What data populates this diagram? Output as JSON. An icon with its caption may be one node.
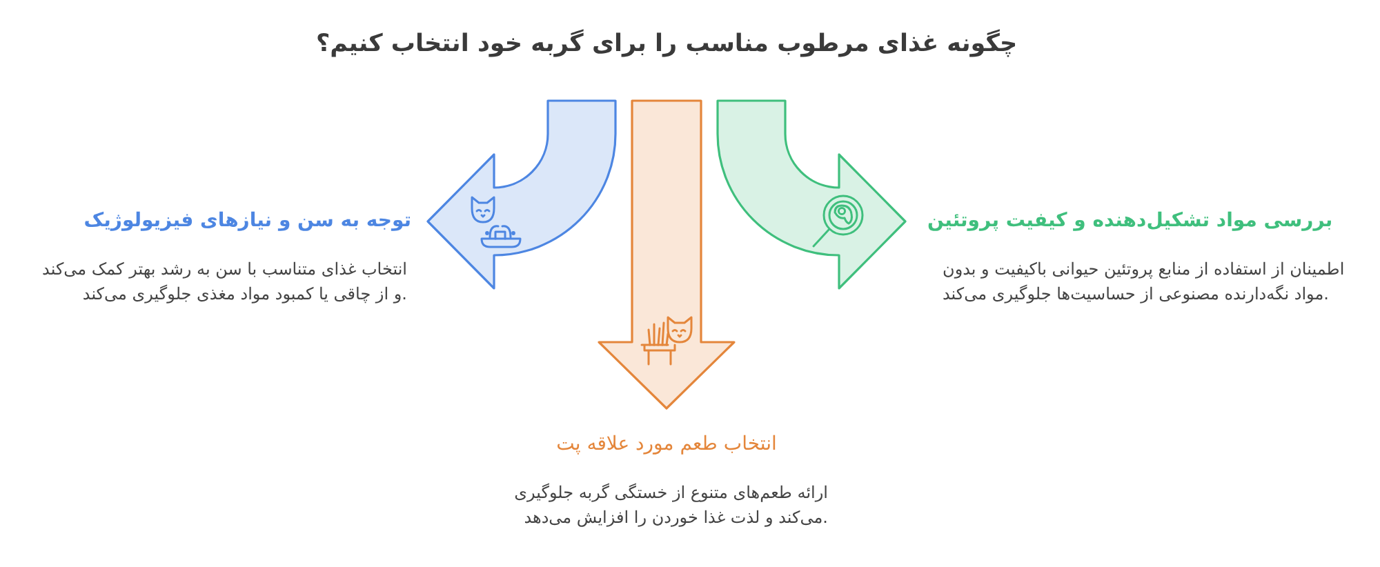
{
  "diagram": {
    "title": "چگونه غذای مرطوب مناسب را برای گربه خود انتخاب کنیم؟",
    "nodes": [
      {
        "text": [
          "بررسی مواد تشکیل‌دهنده و کیفیت پروتئین",
          "اطمینان از استفاده از منابع پروتئین حیوانی باکیفیت و بدون مواد نگه‌دارنده مصنوعی از حساسیت‌ها جلوگیری می‌کند."
        ]
      },
      {
        "text": [
          "توجه به سن و نیازهای فیزیولوژیک",
          "انتخاب غذای متناسب با سن به رشد بهتر کمک می‌کند و از چاقی یا کمبود مواد مغذی جلوگیری می‌کند."
        ]
      },
      {
        "text": [
          "انتخاب طعم مورد علاقه پت",
          "ارائه طعم‌های متنوع از خستگی گربه جلوگیری می‌کند و لذت غذا خوردن را افزایش می‌دهد."
        ]
      }
    ],
    "edges": [
      {
        "from": null,
        "to": 0,
        "arrow": "to",
        "color": "#3fbf7d"
      },
      {
        "from": null,
        "to": 1,
        "arrow": "to",
        "color": "#4d86e2"
      },
      {
        "from": null,
        "to": 2,
        "arrow": "to",
        "color": "#e4863b"
      }
    ]
  }
}
